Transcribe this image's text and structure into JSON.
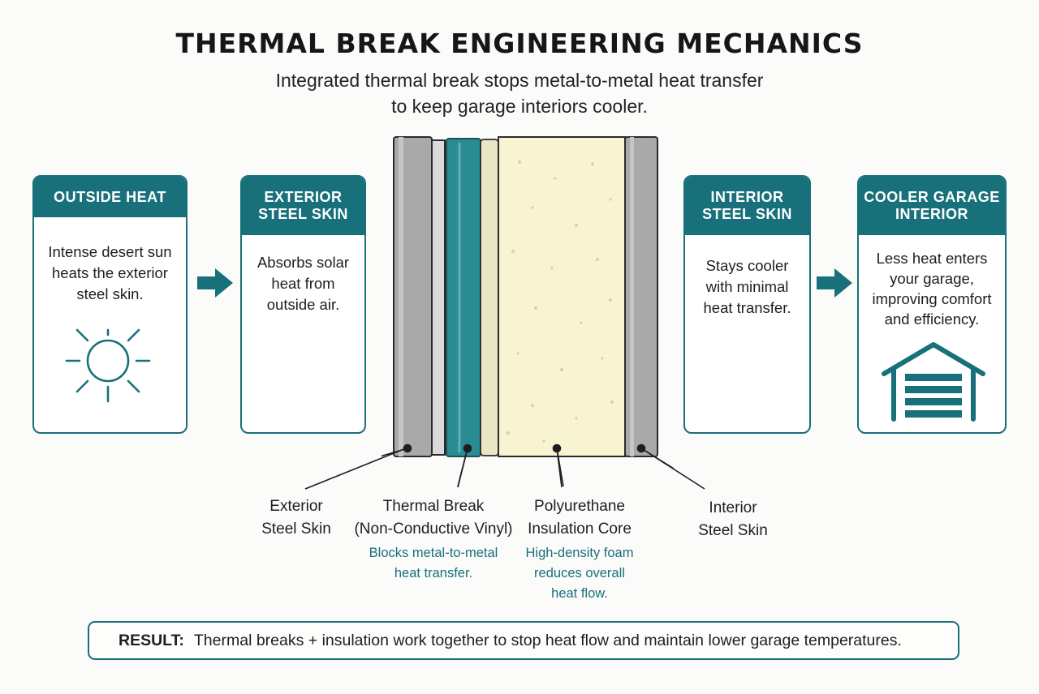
{
  "title": "THERMAL BREAK ENGINEERING MECHANICS",
  "subtitle_line1": "Integrated thermal break stops metal-to-metal heat transfer",
  "subtitle_line2": "to keep garage interiors cooler.",
  "cards": [
    {
      "header": "OUTSIDE HEAT",
      "body": [
        "Intense desert sun",
        "heats the exterior",
        "steel skin."
      ],
      "icon": "sun-icon"
    },
    {
      "header": [
        "EXTERIOR",
        "STEEL SKIN"
      ],
      "body": [
        "Absorbs solar",
        "heat from",
        "outside air."
      ]
    },
    {
      "header": [
        "INTERIOR",
        "STEEL SKIN"
      ],
      "body": [
        "Stays cooler",
        "with minimal",
        "heat transfer."
      ]
    },
    {
      "header": [
        "COOLER GARAGE",
        "INTERIOR"
      ],
      "body": [
        "Less heat enters",
        "your garage,",
        "improving comfort",
        "and efficiency."
      ],
      "icon": "garage-icon"
    }
  ],
  "callouts": [
    {
      "title": [
        "Exterior",
        "Steel Skin"
      ]
    },
    {
      "title": [
        "Thermal Break",
        "(Non-Conductive Vinyl)"
      ],
      "note": [
        "Blocks metal-to-metal",
        "heat transfer."
      ]
    },
    {
      "title": [
        "Polyurethane",
        "Insulation Core"
      ],
      "note": [
        "High-density foam",
        "reduces overall",
        "heat flow."
      ]
    },
    {
      "title": [
        "Interior",
        "Steel Skin"
      ]
    }
  ],
  "result": {
    "label": "RESULT:",
    "text": "Thermal breaks + insulation work together to stop heat flow and maintain lower garage temperatures."
  },
  "colors": {
    "accent": "#17707a",
    "steel": "#a9a9a9",
    "foam": "#f8f3d0",
    "vinyl": "#2a8d96"
  }
}
